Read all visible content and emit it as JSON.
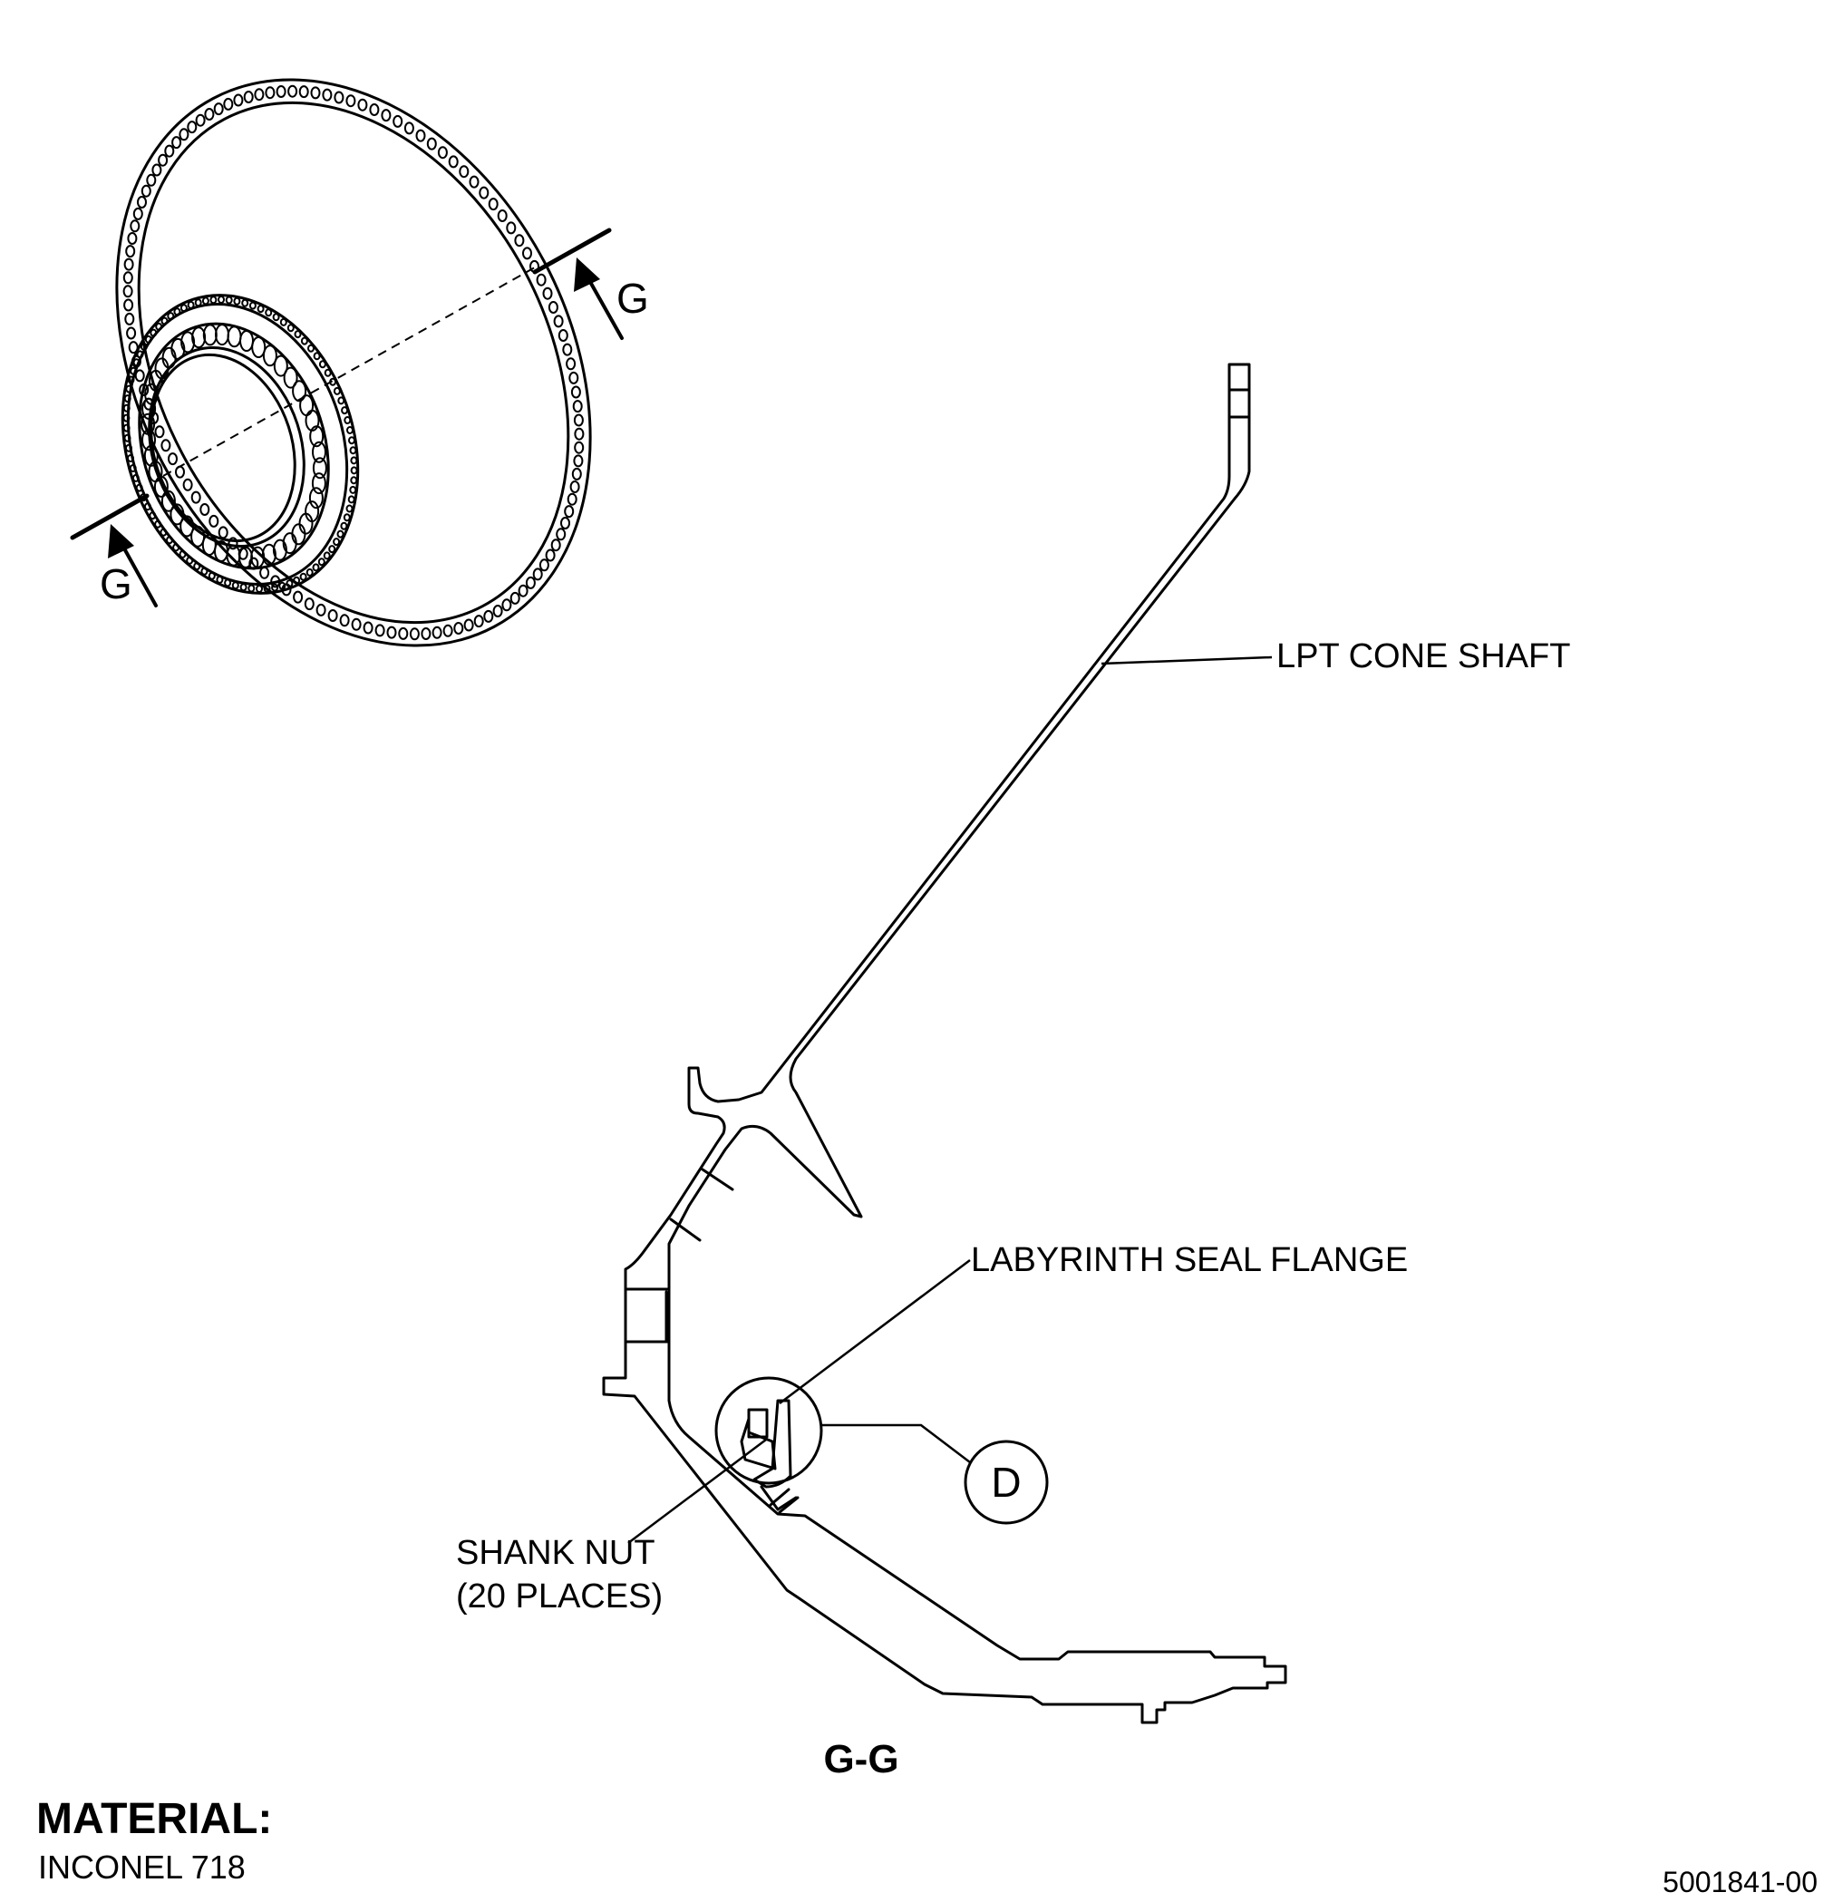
{
  "isometric_view": {
    "cut_label_top": "G",
    "cut_label_bottom": "G"
  },
  "section_view": {
    "title": "G-G",
    "callouts": {
      "cone_shaft": "LPT CONE SHAFT",
      "seal_flange": "LABYRINTH SEAL FLANGE",
      "shank_nut_line1": "SHANK NUT",
      "shank_nut_line2": "(20 PLACES)",
      "detail": "D"
    }
  },
  "material": {
    "heading": "MATERIAL:",
    "value": "INCONEL 718"
  },
  "document_number": "5001841-00"
}
